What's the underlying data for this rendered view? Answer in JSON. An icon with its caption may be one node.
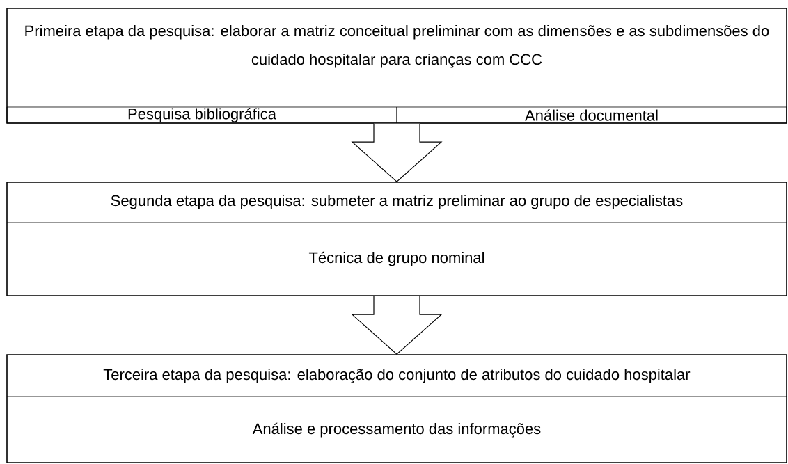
{
  "diagram": {
    "nodes": [
      {
        "text": [
          "Primeira etapa da pesquisa: elaborar a matriz conceitual preliminar com as dimensões e as subdimensões do cuidado hospitalar para crianças com CCC"
        ]
      },
      {
        "text": [
          "Pesquisa bibliográfica"
        ],
        "in": 0
      },
      {
        "text": [
          "Análise documental"
        ],
        "in": 0
      },
      {
        "text": [
          "Segunda etapa da pesquisa: submeter a matriz preliminar ao grupo de especialistas",
          "Técnica de grupo nominal"
        ]
      },
      {
        "text": [
          "Terceira etapa da pesquisa: elaboração do conjunto de atributos do cuidado hospitalar",
          "Análise e processamento das informações"
        ]
      }
    ],
    "edges": [
      {
        "from": 0,
        "to": 3,
        "arrow": "to"
      },
      {
        "from": 3,
        "to": 4,
        "arrow": "to"
      }
    ]
  }
}
